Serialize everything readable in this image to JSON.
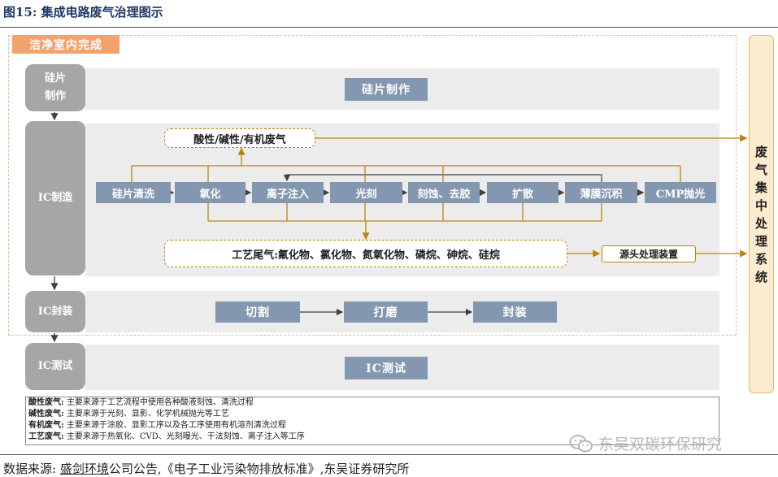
{
  "figure": {
    "title": "图15:  集成电路废气治理图示",
    "clean_room_label": "洁净室内完成"
  },
  "stages": {
    "wafer": "硅片\n制作",
    "ic_manufacturing": "IC制造",
    "ic_packaging": "IC封装",
    "ic_testing": "IC测试"
  },
  "bands": {
    "wafer_center": "硅片制作",
    "testing_center": "IC测试"
  },
  "gases": {
    "acid_alkali_organic": "酸性/碱性/有机废气",
    "process_tail": "工艺尾气:氟化物、氯化物、氮氧化物、磷烷、砷烷、硅烷",
    "source_treatment": "源头处理装置"
  },
  "processes": [
    "硅片清洗",
    "氧化",
    "离子注入",
    "光刻",
    "刻蚀、去胶",
    "扩散",
    "薄膜沉积",
    "CMP抛光"
  ],
  "packaging_steps": [
    "切割",
    "打磨",
    "封装"
  ],
  "waste_center": "废\n气\n集\n中\n处\n理\n系\n统",
  "notes": [
    {
      "term": "酸性废气:",
      "text": "主要来源于工艺流程中使用各种酸液刻蚀、清洗过程"
    },
    {
      "term": "碱性废气:",
      "text": "主要来源于光刻、显影、化学机械抛光等工艺"
    },
    {
      "term": "有机废气:",
      "text": "主要来源于涂胶、显影工序以及各工序使用有机溶剂清洗过程"
    },
    {
      "term": "工艺废气:",
      "text": "主要来源于热氧化、CVD、光刻曝光、干法刻蚀、离子注入等工序"
    }
  ],
  "source_line": {
    "prefix": "数据来源:",
    "link": "盛剑环境",
    "rest": "公司公告,《电子工业污染物排放标准》,东吴证券研究所"
  },
  "watermark": "东吴双碳环保研究"
}
